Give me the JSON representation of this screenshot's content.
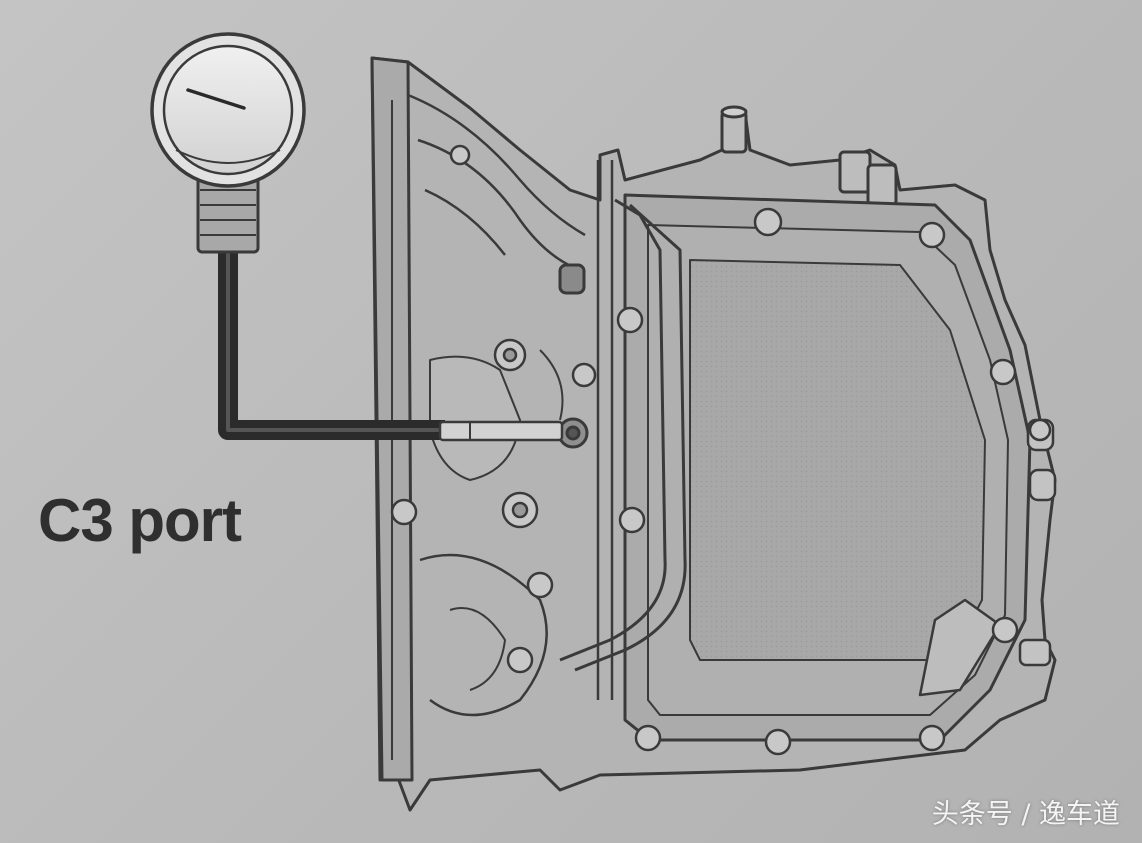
{
  "diagram": {
    "port_label": "C3 port",
    "watermark": "头条号 / 逸车道"
  },
  "icons": {
    "gauge": "pressure-gauge-icon",
    "housing": "transmission-valve-body"
  },
  "colors": {
    "background": "#bdbdbd",
    "line": "#3a3a3a",
    "housing_fill": "#b0b0b0",
    "pan_fill": "#a9a9a9",
    "hose": "#2b2b2b"
  }
}
